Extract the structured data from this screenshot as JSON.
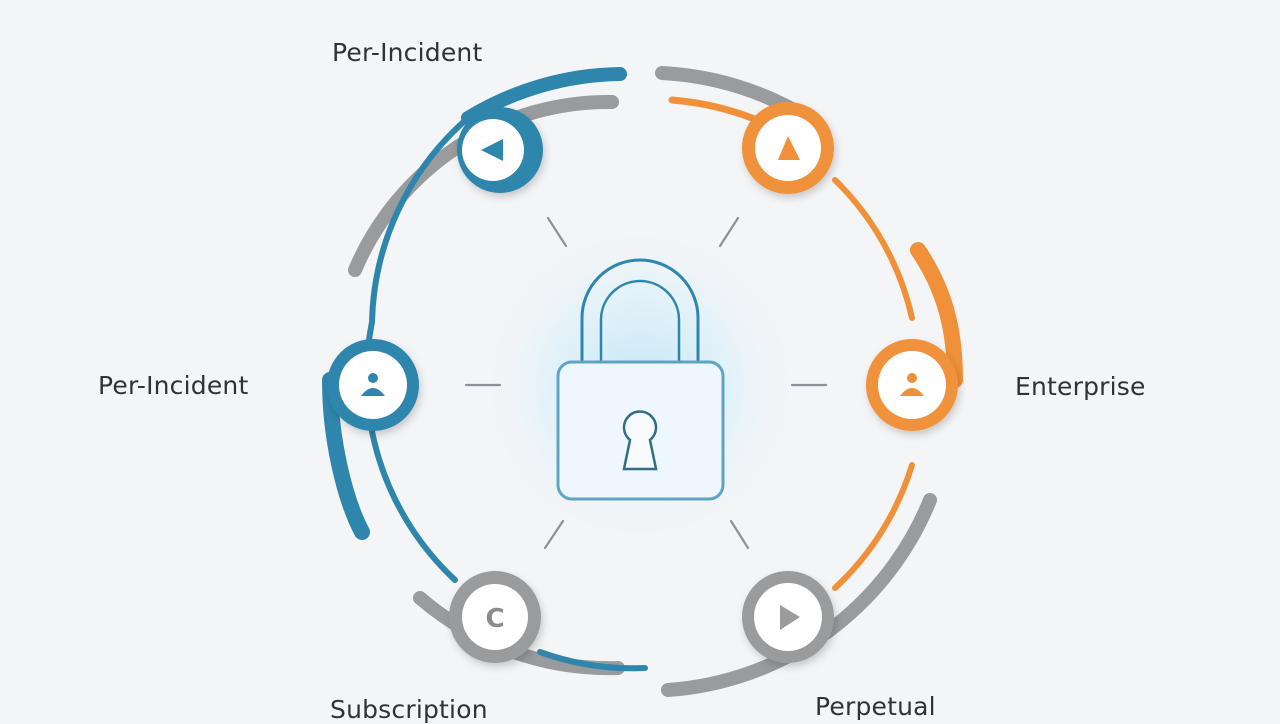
{
  "labels": {
    "top_left": "Per-Incident",
    "left": "Per-Incident",
    "right": "Enterprise",
    "bottom_left": "Subscription",
    "bottom_right": "Perpetual"
  },
  "nodes": [
    {
      "id": "top-left",
      "color": "blue",
      "icon": "play-left-icon"
    },
    {
      "id": "left",
      "color": "blue",
      "icon": "user-icon"
    },
    {
      "id": "top-right",
      "color": "orange",
      "icon": "triangle-icon"
    },
    {
      "id": "right",
      "color": "orange",
      "icon": "user-icon"
    },
    {
      "id": "bottom-left",
      "color": "gray",
      "icon": "c-letter-icon",
      "glyph": "C"
    },
    {
      "id": "bottom-right",
      "color": "gray",
      "icon": "play-right-icon"
    }
  ],
  "center": {
    "icon": "padlock-icon"
  },
  "colors": {
    "blue": "#2f86ad",
    "orange": "#f0913a",
    "gray": "#9a9b9d",
    "background": "#f4f5f7",
    "label": "#2e3338"
  }
}
